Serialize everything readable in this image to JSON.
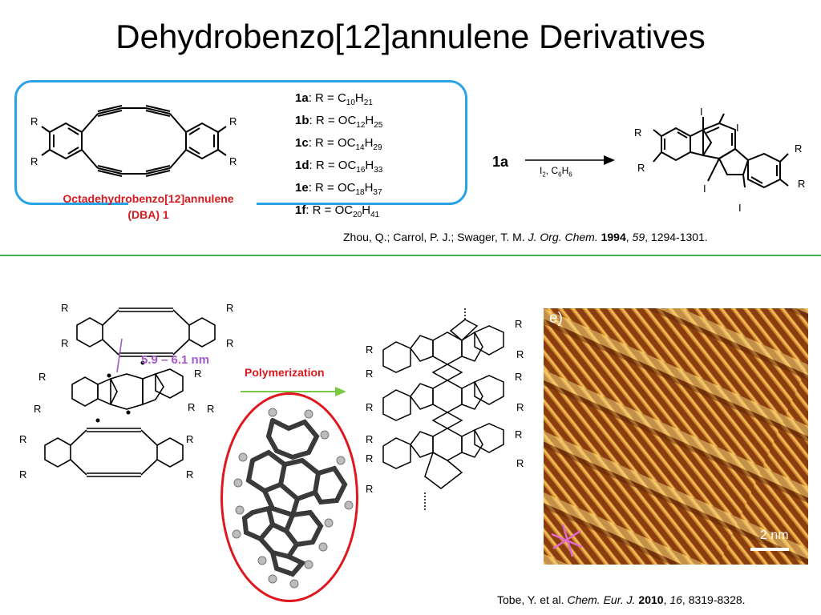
{
  "slide": {
    "title": "Dehydrobenzo[12]annulene Derivatives"
  },
  "top_panel": {
    "dba_name_line1": "Octadehydrobenzo[12]annulene",
    "dba_name_line2": "(DBA) 1",
    "substituent_label": "R",
    "compounds": [
      {
        "id": "1a",
        "sep": ": R = ",
        "pre": "C",
        "n1": "10",
        "mid": "H",
        "n2": "21"
      },
      {
        "id": "1b",
        "sep": ": R = ",
        "pre": "OC",
        "n1": "12",
        "mid": "H",
        "n2": "25"
      },
      {
        "id": "1c",
        "sep": ": R = ",
        "pre": "OC",
        "n1": "14",
        "mid": "H",
        "n2": "29"
      },
      {
        "id": "1d",
        "sep": ": R = ",
        "pre": "OC",
        "n1": "16",
        "mid": "H",
        "n2": "33"
      },
      {
        "id": "1e",
        "sep": ": R = ",
        "pre": "OC",
        "n1": "18",
        "mid": "H",
        "n2": "37"
      },
      {
        "id": "1f",
        "sep": ": R = ",
        "pre": "OC",
        "n1": "20",
        "mid": "H",
        "n2": "41"
      }
    ],
    "reaction_label": "1a",
    "reagent": {
      "a": "I",
      "a_sub": "2",
      "b": ", C",
      "b_sub": "6",
      "c": "H",
      "c_sub": "6"
    },
    "iodo_label": "I",
    "reference": {
      "authors": "Zhou, Q.; Carrol, P. J.; Swager, T. M. ",
      "journal": "J. Org. Chem.",
      "year": "1994",
      "volume": "59",
      "pages": ", 1294-1301."
    }
  },
  "bottom_panel": {
    "distance_label": "5.9 – 6.1 nm",
    "polymerization_label": "Polymerization",
    "stm_panel_label": "e)",
    "scale_label": "2 nm",
    "reference": {
      "authors": "Tobe, Y. et al. ",
      "journal": "Chem. Eur. J.",
      "year": "2010",
      "volume": "16",
      "pages": ", 8319-8328."
    }
  },
  "colors": {
    "title_text": "#000000",
    "box_border": "#29a3e6",
    "divider": "#3bb34a",
    "highlight_red": "#d9191e",
    "distance_purple": "#a25ac8",
    "arrow_green": "#7ac943",
    "stm_dark": "#5a2406",
    "stm_light": "#f3d27a"
  },
  "icons": [
    "reaction-arrow-icon",
    "polymerization-arrow-icon",
    "distance-arrow-icon",
    "scale-bar-icon",
    "lattice-axes-icon"
  ]
}
